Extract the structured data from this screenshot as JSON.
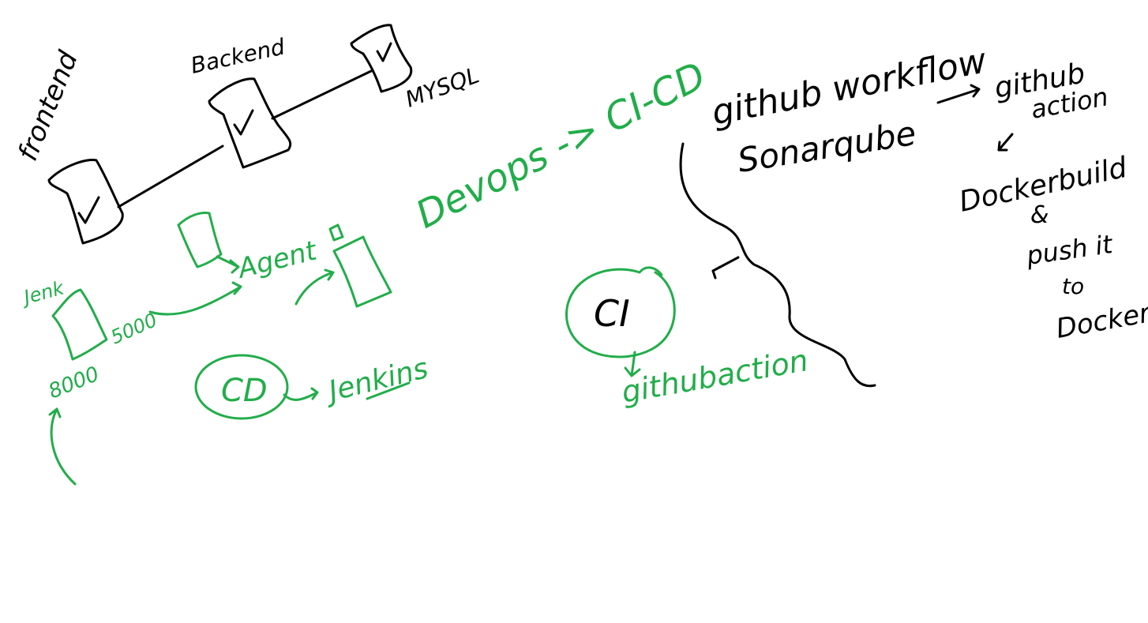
{
  "colors": {
    "background": "#ffffff",
    "black_ink": "#000000",
    "green_ink": "#22ad4a"
  },
  "architecture": {
    "frontend_label": "frontend",
    "backend_label": "Backend",
    "mysql_label": "MYSQL"
  },
  "devops": {
    "title": "Devops -> CI-CD",
    "jenkins_short": "Jenk",
    "port_8000": "8000",
    "port_5000": "5000",
    "agent_label": "Agent",
    "cd_label": "CD",
    "jenkins_label": "Jenkins"
  },
  "ci": {
    "ci_label": "CI",
    "githubaction_label": "githubaction"
  },
  "workflow": {
    "github_workflow": "github workflow",
    "sonarqube": "Sonarqube",
    "github_action_line1": "github",
    "github_action_line2": "action",
    "docker_line1": "Dockerbuild",
    "docker_line2": "&",
    "docker_line3": "push it",
    "docker_line4": "to",
    "docker_line5": "Dockerhub"
  }
}
